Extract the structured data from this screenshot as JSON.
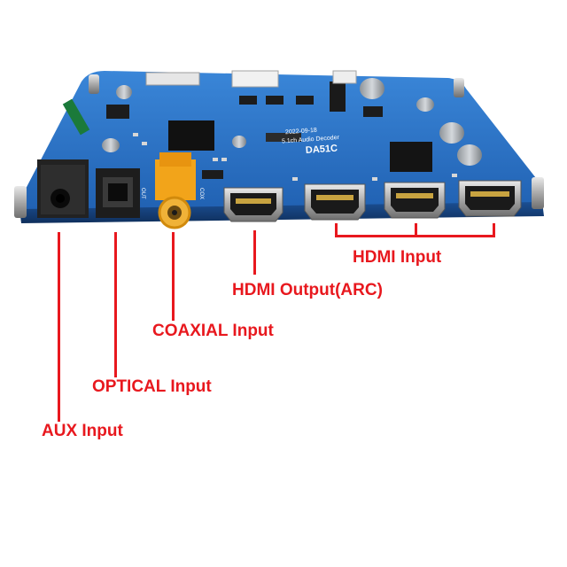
{
  "board": {
    "silkscreen_model": "DA51C",
    "silkscreen_subtitle": "5.1ch Audio Decoder",
    "silkscreen_date": "2022-09-18",
    "silk_out": "OUT",
    "silk_cox": "COX"
  },
  "callouts": {
    "hdmi_input": "HDMI Input",
    "hdmi_output": "HDMI Output(ARC)",
    "coaxial": "COAXIAL Input",
    "optical": "OPTICAL Input",
    "aux": "AUX Input"
  },
  "colors": {
    "annotation": "#e8181e",
    "pcb": "#2a6fc4",
    "background": "#ffffff"
  }
}
